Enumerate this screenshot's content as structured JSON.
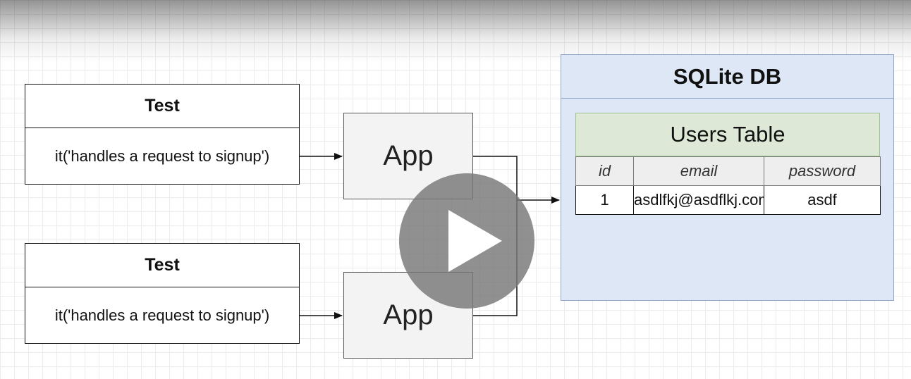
{
  "tests": [
    {
      "header": "Test",
      "body": "it('handles a request to signup')"
    },
    {
      "header": "Test",
      "body": "it('handles a request to signup')"
    }
  ],
  "apps": [
    {
      "label": "App"
    },
    {
      "label": "App"
    }
  ],
  "db": {
    "title": "SQLite DB",
    "table": {
      "title": "Users Table",
      "columns": [
        "id",
        "email",
        "password"
      ],
      "rows": [
        [
          "1",
          "asdlfkj@asdflkj.com",
          "asdf"
        ]
      ]
    }
  },
  "colors": {
    "db_fill": "#dde7f6",
    "table_title_fill": "#dde9d6",
    "app_fill": "#f3f3f3",
    "play_overlay": "#787878"
  }
}
